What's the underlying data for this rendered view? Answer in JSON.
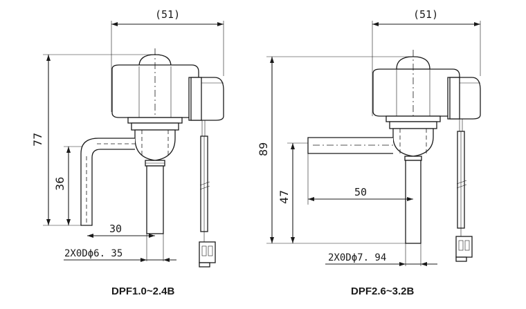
{
  "left": {
    "width_label": "(51)",
    "height_label": "77",
    "outlet_height_label": "36",
    "outlet_offset_label": "30",
    "od_label": "2X0Dϕ6. 35",
    "caption": "DPF1.0~2.4B"
  },
  "right": {
    "width_label": "(51)",
    "height_label": "89",
    "outlet_height_label": "47",
    "outlet_offset_label": "50",
    "od_label": "2X0Dϕ7. 94",
    "caption": "DPF2.6~3.2B"
  }
}
